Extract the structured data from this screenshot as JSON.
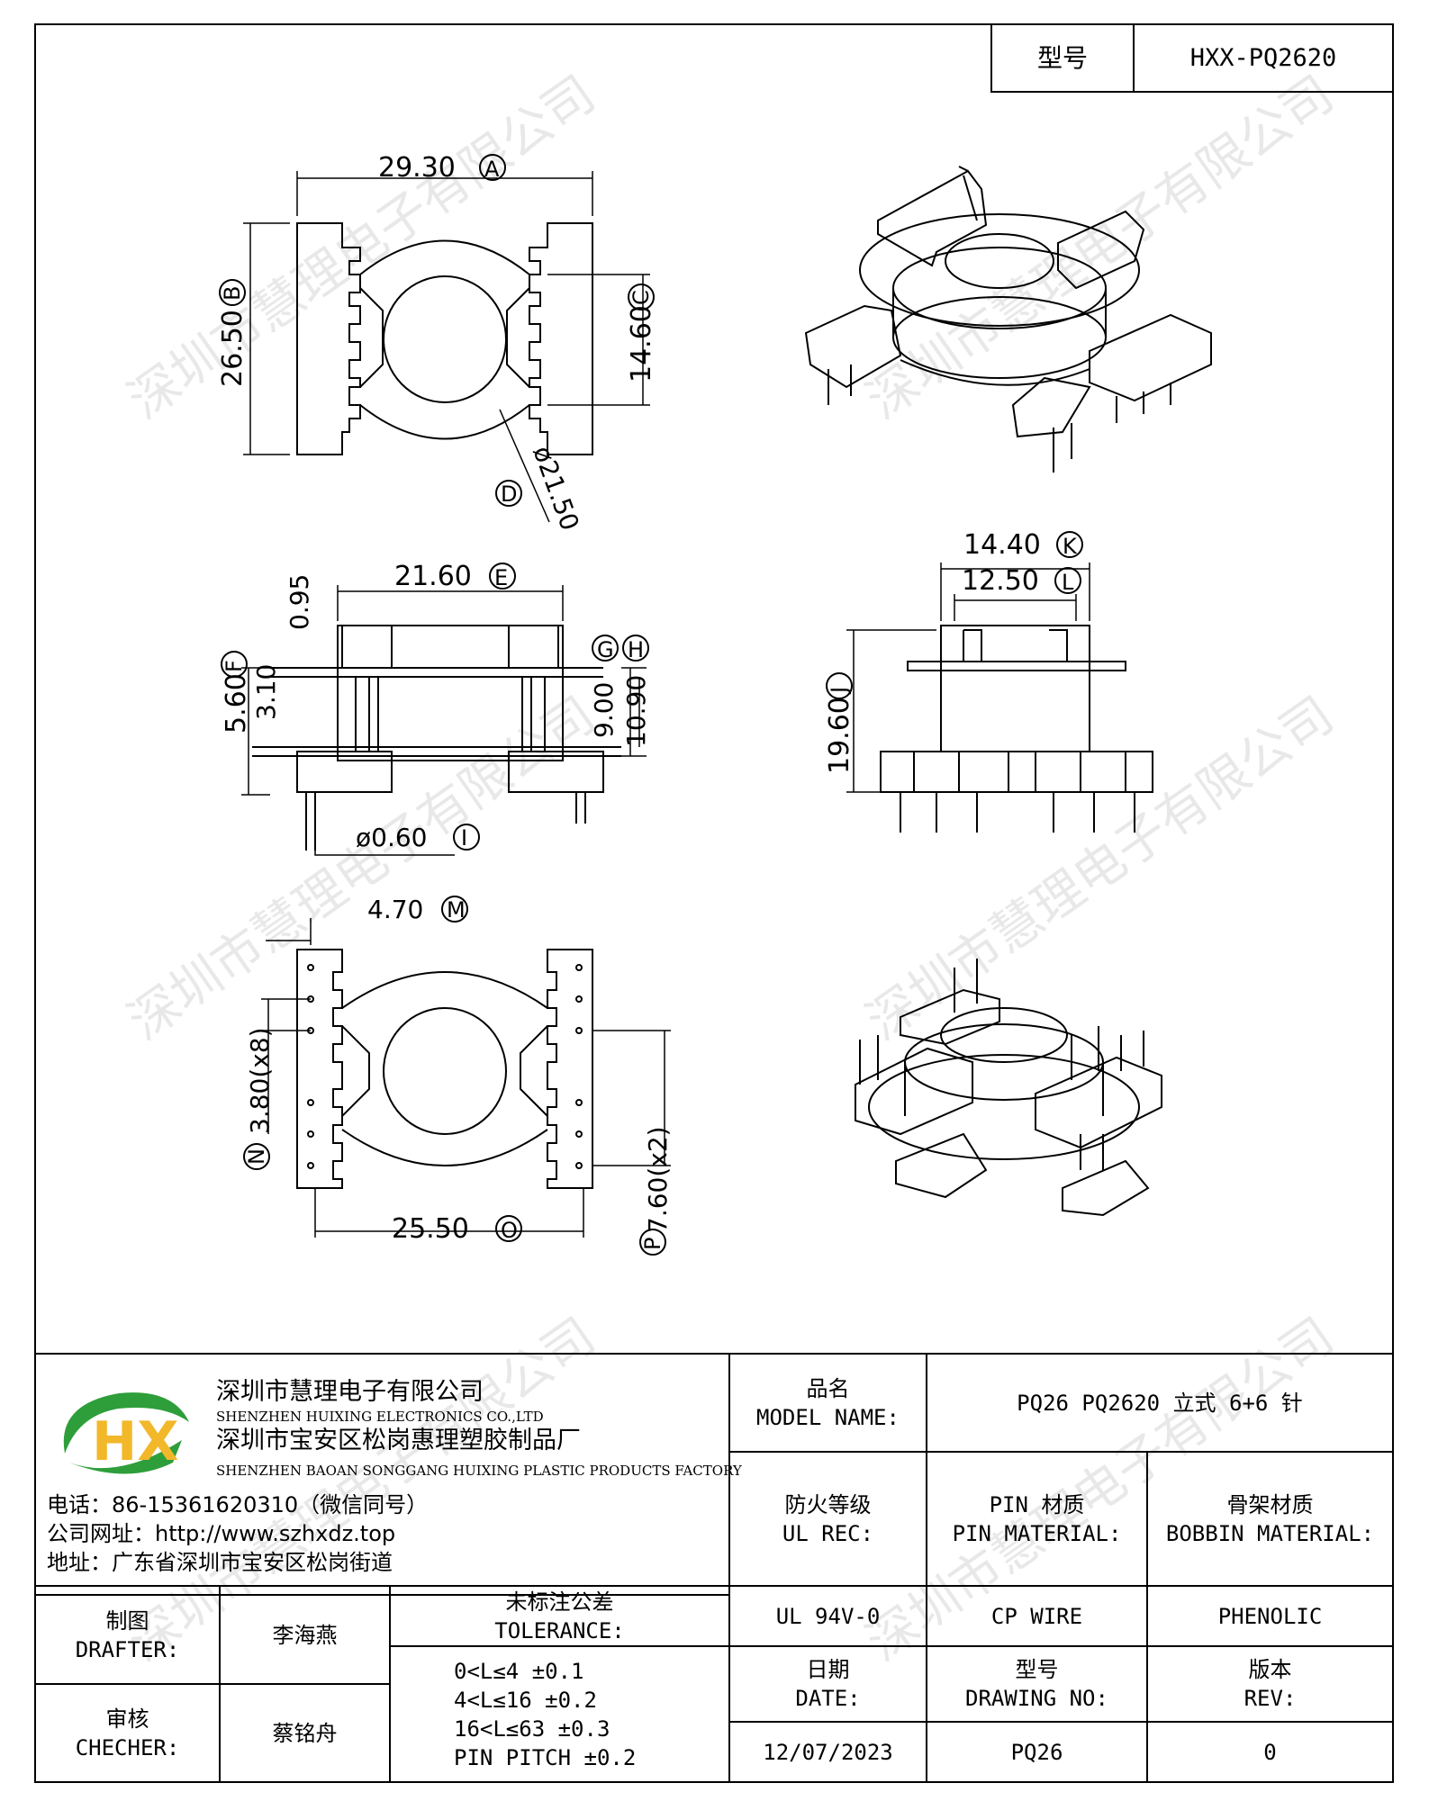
{
  "header": {
    "model_label": "型号",
    "model_value": "HXX-PQ2620"
  },
  "dimensions": {
    "top": {
      "a": "29.30",
      "a_mark": "A",
      "b": "26.50",
      "b_mark": "B",
      "c": "14.60",
      "c_mark": "C",
      "d": "ø21.50",
      "d_mark": "D"
    },
    "side": {
      "e": "21.60",
      "e_mark": "E",
      "f": "5.60",
      "f_mark": "F",
      "gh_g": "G",
      "gh_h": "H",
      "g_val": "9.00",
      "h_val": "10.90",
      "top_gap": "0.95",
      "f_inner": "3.10",
      "i": "ø0.60",
      "i_mark": "I"
    },
    "front": {
      "k": "14.40",
      "k_mark": "K",
      "l": "12.50",
      "l_mark": "L",
      "j": "19.60",
      "j_mark": "J"
    },
    "bottom": {
      "m": "4.70",
      "m_mark": "M",
      "n": "3.80(x8)",
      "n_mark": "N",
      "o": "25.50",
      "o_mark": "O",
      "p": "7.60(x2)",
      "p_mark": "P"
    }
  },
  "watermark": "深圳市慧理电子有限公司",
  "company": {
    "logo_text": "HX",
    "name_cn": "深圳市慧理电子有限公司",
    "name_en": "SHENZHEN HUIXING ELECTRONICS CO.,LTD",
    "factory_cn": "深圳市宝安区松岗惠理塑胶制品厂",
    "factory_en": "SHENZHEN BAOAN SONGGANG HUIXING PLASTIC PRODUCTS FACTORY",
    "phone": "电话：86-15361620310（微信同号）",
    "website": "公司网址：http://www.szhxdz.top",
    "address": "地址：广东省深圳市宝安区松岗街道"
  },
  "title_block": {
    "model_name_cn": "品名",
    "model_name_en": "MODEL NAME:",
    "model_name_value": "PQ26 PQ2620 立式 6+6 针",
    "ul_cn": "防火等级",
    "ul_en": "UL REC:",
    "pin_cn": "PIN 材质",
    "pin_en": "PIN MATERIAL:",
    "bobbin_cn": "骨架材质",
    "bobbin_en": "BOBBIN MATERIAL:",
    "ul_value": "UL 94V-0",
    "pin_value": "CP WIRE",
    "bobbin_value": "PHENOLIC",
    "drafter_cn": "制图",
    "drafter_en": "DRAFTER:",
    "drafter_name": "李海燕",
    "checker_cn": "审核",
    "checker_en": "CHECHER:",
    "checker_name": "蔡铭舟",
    "tolerance_cn": "未标注公差",
    "tolerance_en": "TOLERANCE:",
    "tolerance_rows": [
      "0<L≤4  ±0.1",
      "4<L≤16 ±0.2",
      "16<L≤63 ±0.3",
      "PIN PITCH ±0.2"
    ],
    "date_cn": "日期",
    "date_en": "DATE:",
    "date_value": "12/07/2023",
    "drawing_cn": "型号",
    "drawing_en": "DRAWING NO:",
    "drawing_value": "PQ26",
    "rev_cn": "版本",
    "rev_en": "REV:",
    "rev_value": "0"
  }
}
